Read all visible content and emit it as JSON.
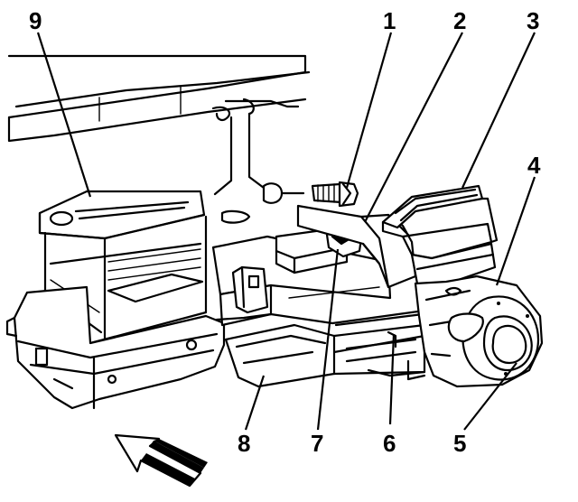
{
  "callouts": [
    {
      "number": "1"
    },
    {
      "number": "2"
    },
    {
      "number": "3"
    },
    {
      "number": "4"
    },
    {
      "number": "5"
    },
    {
      "number": "6"
    },
    {
      "number": "7"
    },
    {
      "number": "8"
    },
    {
      "number": "9"
    }
  ],
  "colors": {
    "ink": "#000000",
    "paper": "#ffffff"
  },
  "icons": {
    "direction": "forward-arrow-icon"
  }
}
